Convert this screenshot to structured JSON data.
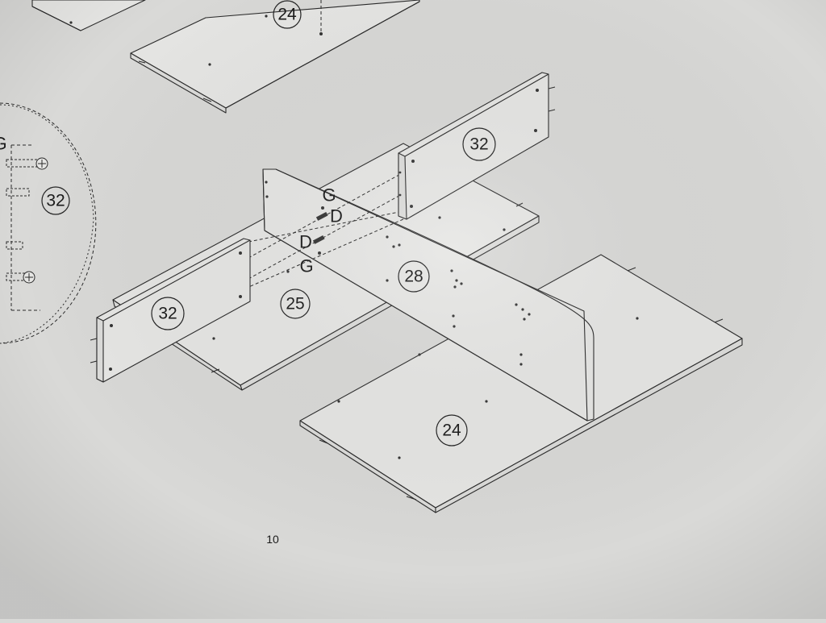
{
  "callouts": {
    "top_panel": "24",
    "right_back_panel": "32",
    "left_front_panel": "32",
    "top_bottom_panel": "25",
    "divider_panel": "28",
    "bottom_panel": "24",
    "detail_panel": "32"
  },
  "hardware": {
    "g_upper": "G",
    "d_upper": "D",
    "d_lower": "D",
    "g_lower": "G",
    "detail_g": "G"
  },
  "page_number": "10"
}
